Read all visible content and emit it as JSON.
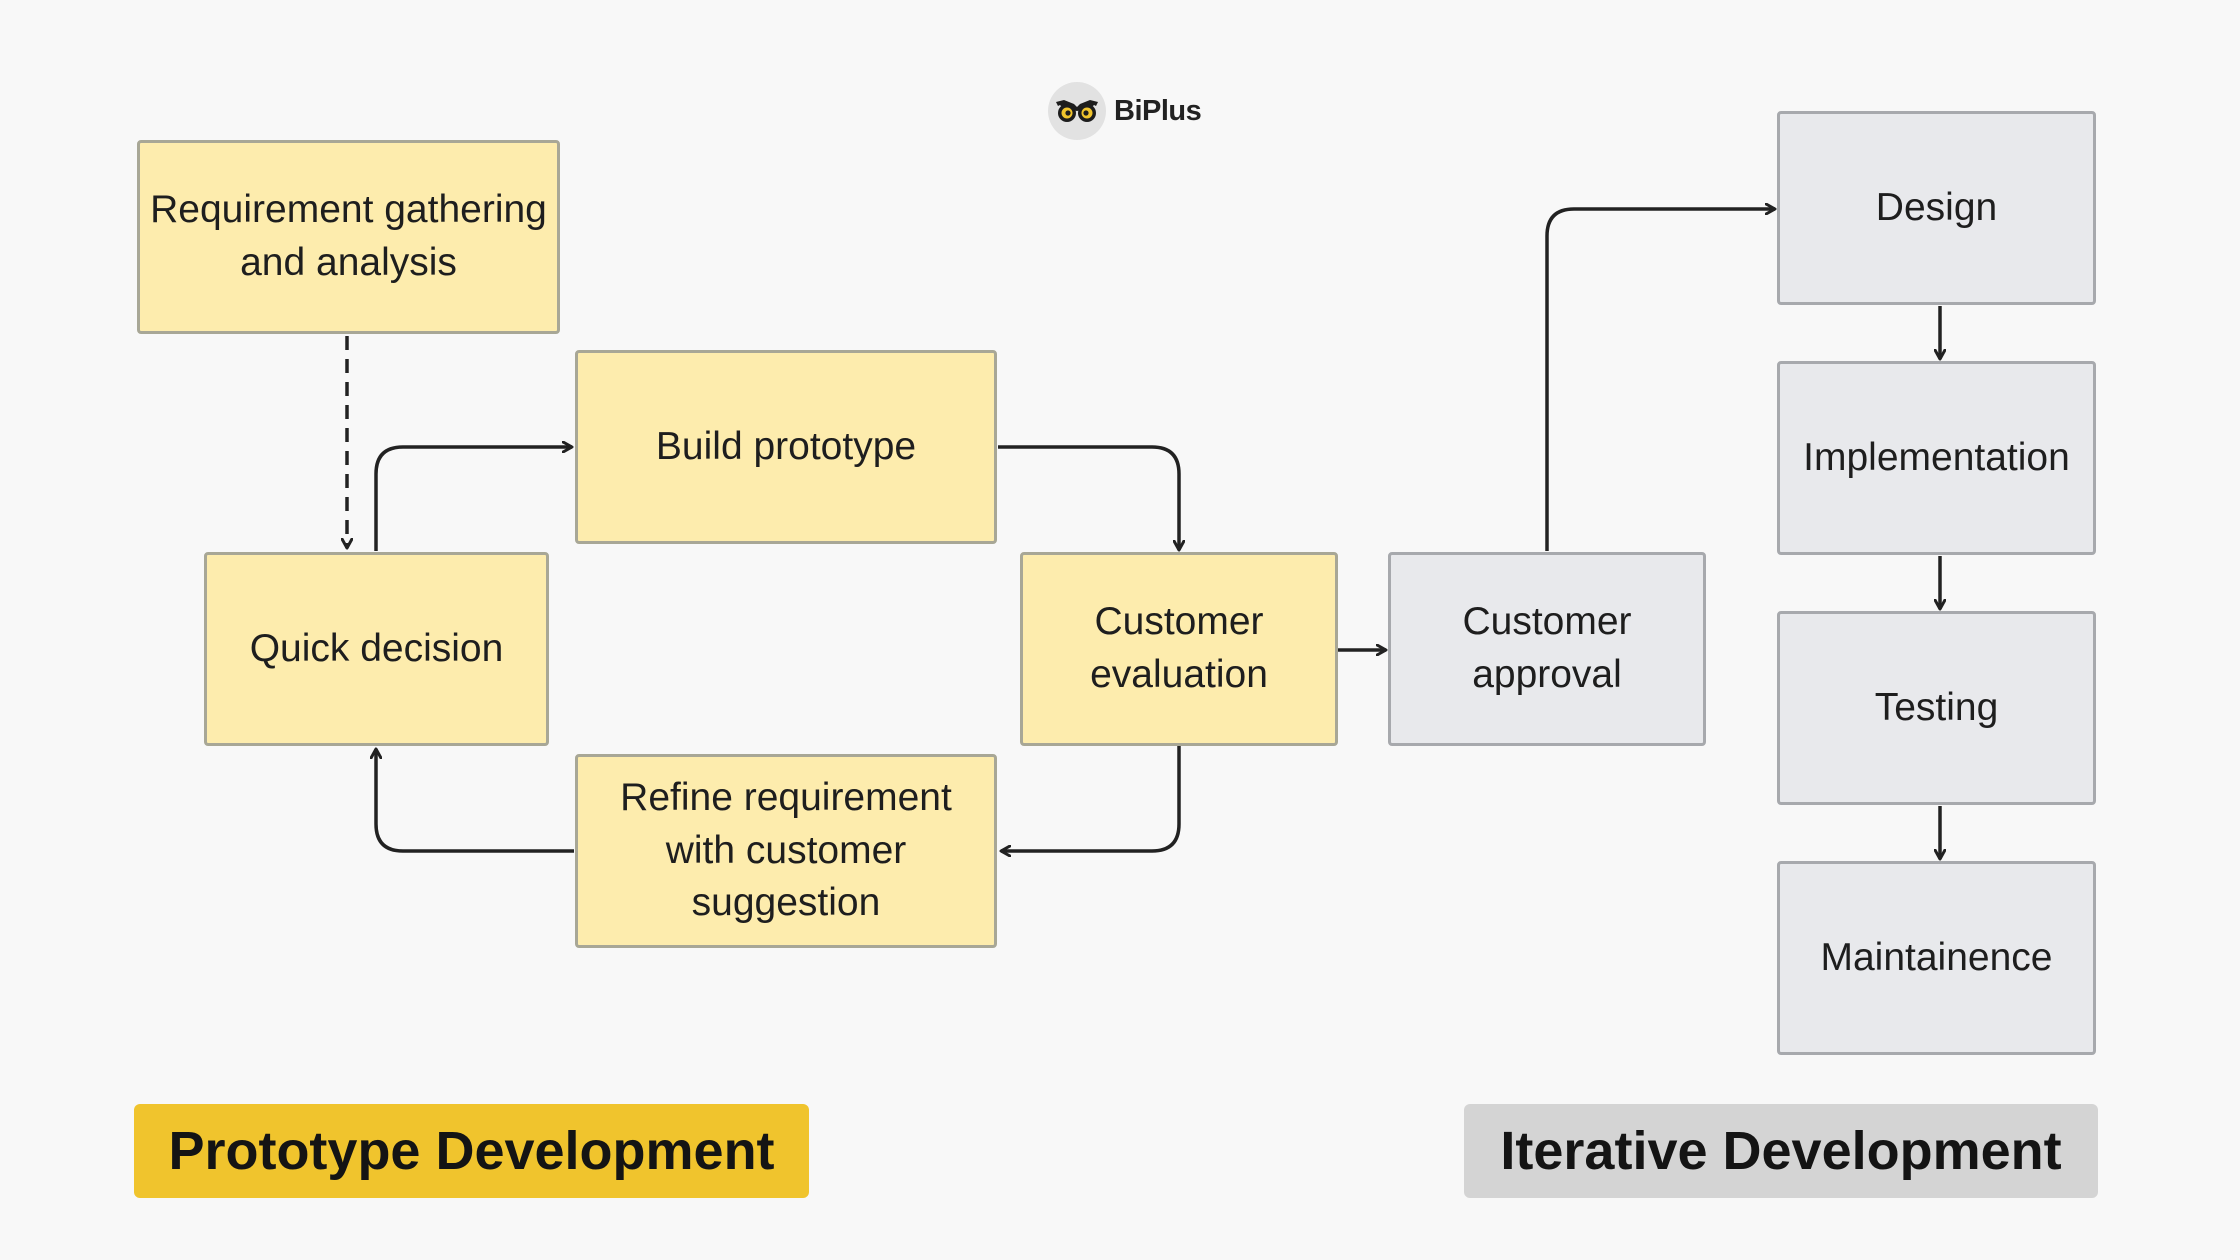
{
  "logo": {
    "text": "BiPlus",
    "icon": "owl-eyes-icon"
  },
  "prototype": {
    "label": "Prototype Development",
    "color": "#f0c42d",
    "box_color": "#fdecad",
    "nodes": {
      "requirement": "Requirement gathering\nand analysis",
      "quick_decision": "Quick decision",
      "build_prototype": "Build prototype",
      "customer_evaluation": "Customer\nevaluation",
      "refine": "Refine requirement\nwith customer\nsuggestion"
    }
  },
  "iterative": {
    "label": "Iterative Development",
    "color": "#d4d4d4",
    "box_color": "#e8e9ec",
    "nodes": {
      "customer_approval": "Customer\napproval",
      "design": "Design",
      "implementation": "Implementation",
      "testing": "Testing",
      "maintenance": "Maintainence"
    }
  },
  "edges": [
    {
      "from": "Requirement gathering and analysis",
      "to": "Quick decision",
      "style": "dashed"
    },
    {
      "from": "Quick decision",
      "to": "Build prototype",
      "style": "solid"
    },
    {
      "from": "Build prototype",
      "to": "Customer evaluation",
      "style": "solid"
    },
    {
      "from": "Customer evaluation",
      "to": "Refine requirement with customer suggestion",
      "style": "solid"
    },
    {
      "from": "Refine requirement with customer suggestion",
      "to": "Quick decision",
      "style": "solid"
    },
    {
      "from": "Customer evaluation",
      "to": "Customer approval",
      "style": "solid"
    },
    {
      "from": "Customer approval",
      "to": "Design",
      "style": "solid"
    },
    {
      "from": "Design",
      "to": "Implementation",
      "style": "solid"
    },
    {
      "from": "Implementation",
      "to": "Testing",
      "style": "solid"
    },
    {
      "from": "Testing",
      "to": "Maintainence",
      "style": "solid"
    }
  ]
}
